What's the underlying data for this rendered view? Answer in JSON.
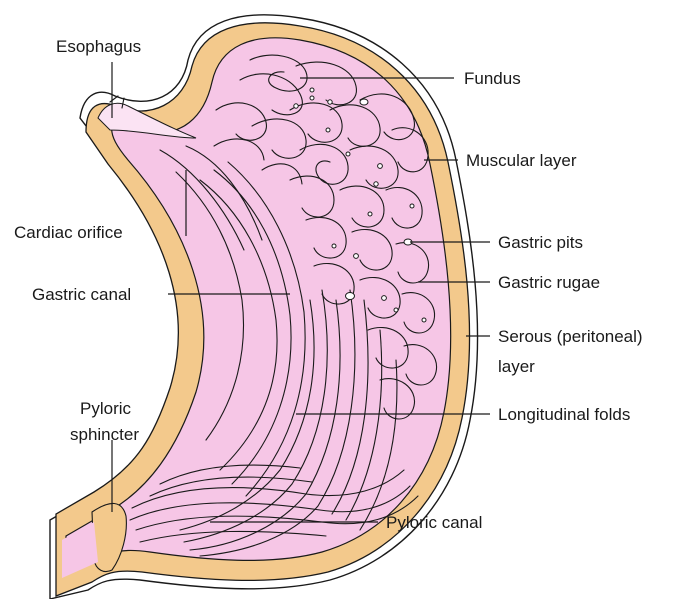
{
  "diagram": {
    "colors": {
      "muscle": "#f3c98c",
      "mucosa": "#f6c6e6",
      "mucosa_light": "#fbe3f3",
      "outline": "#1a1a1a",
      "serosa": "#ffffff"
    },
    "labels": {
      "esophagus": "Esophagus",
      "fundus": "Fundus",
      "muscular_layer": "Muscular layer",
      "cardiac_orifice": "Cardiac orifice",
      "gastric_pits": "Gastric pits",
      "gastric_canal": "Gastric canal",
      "gastric_rugae": "Gastric rugae",
      "serous_layer_line1": "Serous (peritoneal)",
      "serous_layer_line2": "layer",
      "longitudinal_folds": "Longitudinal folds",
      "pyloric_sphincter_line1": "Pyloric",
      "pyloric_sphincter_line2": "sphincter",
      "pyloric_canal": "Pyloric canal"
    }
  }
}
